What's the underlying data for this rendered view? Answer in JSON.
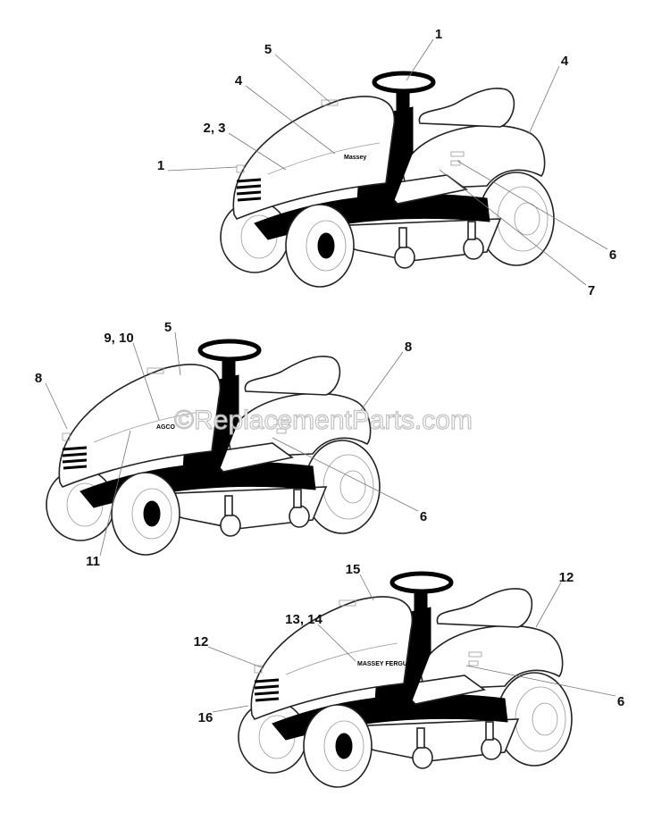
{
  "watermark": "©ReplacementParts.com",
  "diagrams": [
    {
      "brand_decal": "Massey",
      "callouts": [
        "1",
        "2, 3",
        "4",
        "5",
        "1",
        "4",
        "6",
        "7"
      ]
    },
    {
      "brand_decal": "AGCO",
      "callouts": [
        "8",
        "9, 10",
        "5",
        "8",
        "6",
        "11"
      ]
    },
    {
      "brand_decal": "MASSEY FERGUSON",
      "callouts": [
        "12",
        "13, 14",
        "15",
        "12",
        "6",
        "16"
      ]
    }
  ],
  "colors": {
    "line": "#000000",
    "leader": "#777777",
    "background": "#ffffff"
  }
}
